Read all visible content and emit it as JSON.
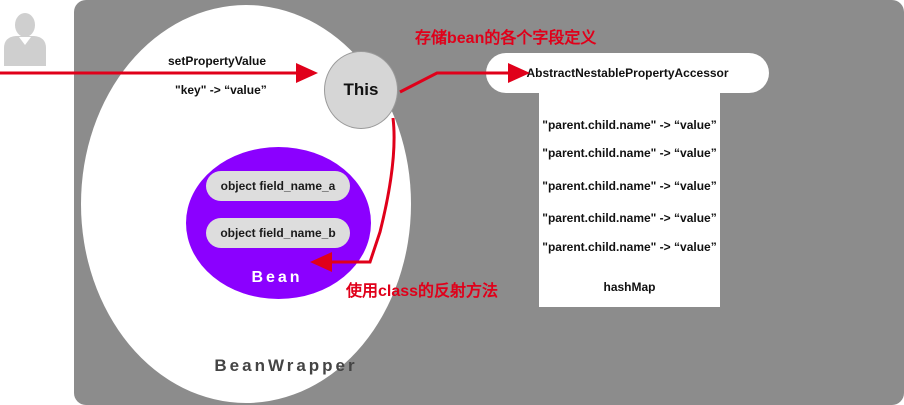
{
  "labels": {
    "set_property_value": "setPropertyValue",
    "key_value": "\"key\" -> “value”",
    "this": "This",
    "accessor": "AbstractNestablePropertyAccessor",
    "hashmap": "hashMap",
    "bean": "Bean",
    "bean_wrapper": "BeanWrapper"
  },
  "notes": {
    "store_fields": "存储bean的各个字段定义",
    "use_reflection": "使用class的反射方法"
  },
  "fields": [
    "object field_name_a",
    "object field_name_b"
  ],
  "hashmap_entries": [
    "\"parent.child.name\" -> “value”",
    "\"parent.child.name\" -> “value”",
    "\"parent.child.name\" -> “value”",
    "\"parent.child.name\" -> “value”",
    "\"parent.child.name\" -> “value”"
  ],
  "colors": {
    "panel": "#8c8c8c",
    "bean": "#8b00ff",
    "arrow": "#e0001a",
    "pill": "#dddddd"
  },
  "icons": {
    "user": "user-avatar-icon"
  }
}
